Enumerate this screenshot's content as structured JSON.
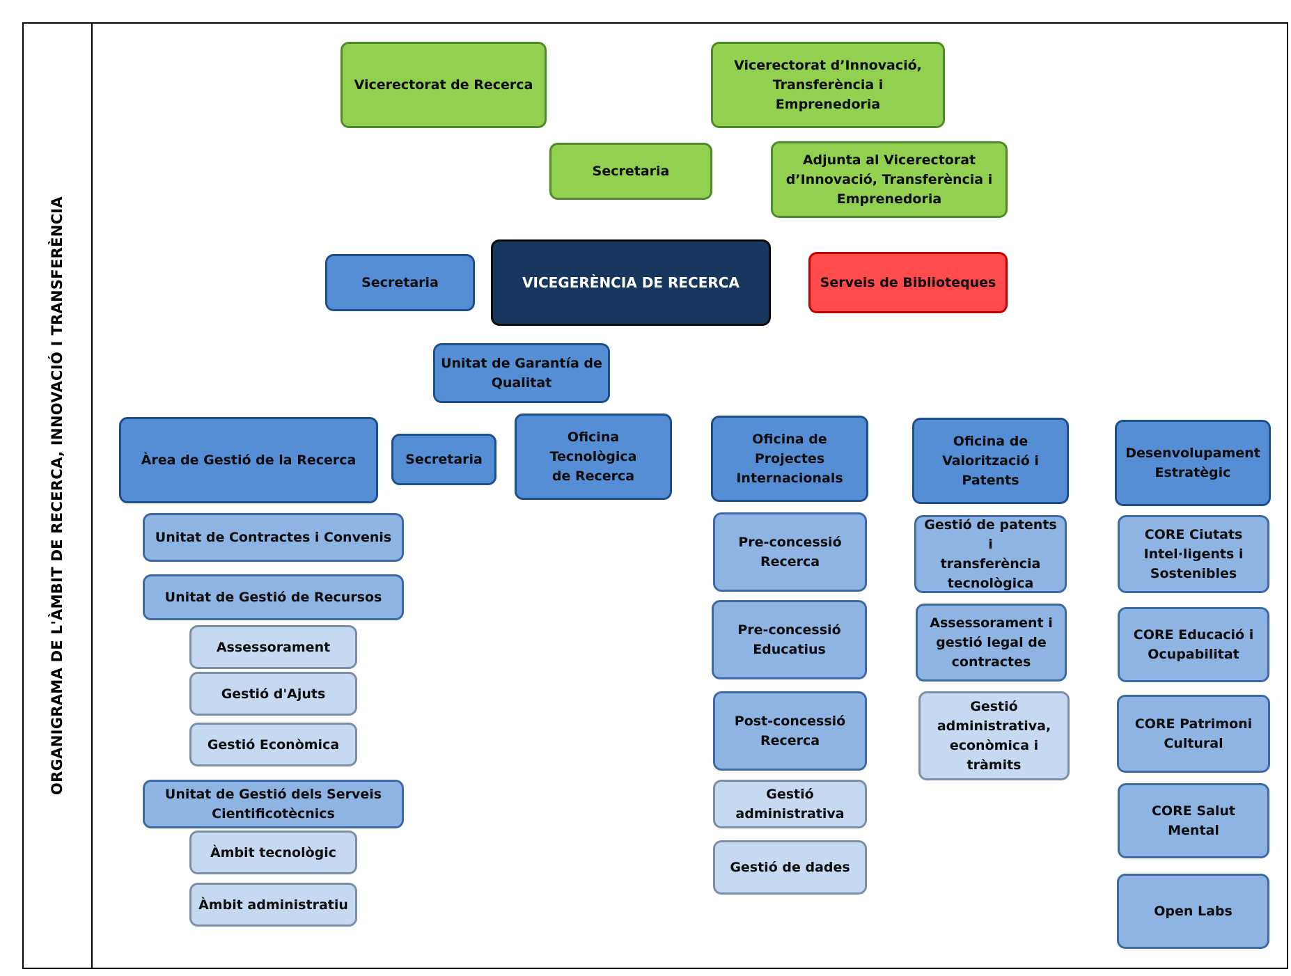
{
  "side_title": "ORGANIGRAMA DE L'ÀMBIT DE RECERCA, INNOVACIÓ I TRANSFERÈNCIA",
  "top": {
    "vr_recerca": "Vicerectorat de Recerca",
    "vr_innovacio": "Vicerectorat d’Innovació,\nTransferència i Emprenedoria",
    "secretaria_vr": "Secretaria",
    "adjunta": "Adjunta al Vicerectorat\nd’Innovació, Transferència i\nEmprenedoria"
  },
  "mid": {
    "secretaria_vg": "Secretaria",
    "vicegerencia": "VICEGERÈNCIA DE RECERCA",
    "biblioteques": "Serveis de Biblioteques",
    "garantia": "Unitat de Garantía de\nQualitat"
  },
  "area": {
    "title": "Àrea de Gestió de la Recerca",
    "secretaria": "Secretaria",
    "oficina_tec": "Oficina Tecnològica\nde Recerca",
    "contractes": "Unitat de Contractes i Convenis",
    "recursos": "Unitat de Gestió de Recursos",
    "assessorament": "Assessorament",
    "ajuts": "Gestió d'Ajuts",
    "economica": "Gestió Econòmica",
    "sct": "Unitat de Gestió dels Serveis\nCientificotècnics",
    "tecnologic": "Àmbit tecnològic",
    "administratiu": "Àmbit administratiu"
  },
  "opi": {
    "title": "Oficina de Projectes\nInternacionals",
    "pre_recerca": "Pre-concessió\nRecerca",
    "pre_educatius": "Pre-concessió\nEducatius",
    "post_recerca": "Post-concessió\nRecerca",
    "gestio_admin": "Gestió\nadministrativa",
    "dades": "Gestió de dades"
  },
  "ovp": {
    "title": "Oficina de\nValorització i\nPatents",
    "patents": "Gestió de patents i\ntransferència\ntecnològica",
    "assessorament": "Assessorament i\ngestió legal de\ncontractes",
    "gestio": "Gestió\nadministrativa,\neconòmica i\ntràmits"
  },
  "de": {
    "title": "Desenvolupament\nEstratègic",
    "ciutats": "CORE Ciutats\nIntel·ligents i\nSostenibles",
    "educacio": "CORE Educació i\nOcupabilitat",
    "patrimoni": "CORE Patrimoni\nCultural",
    "salut": "CORE Salut Mental",
    "openlabs": "Open Labs"
  }
}
